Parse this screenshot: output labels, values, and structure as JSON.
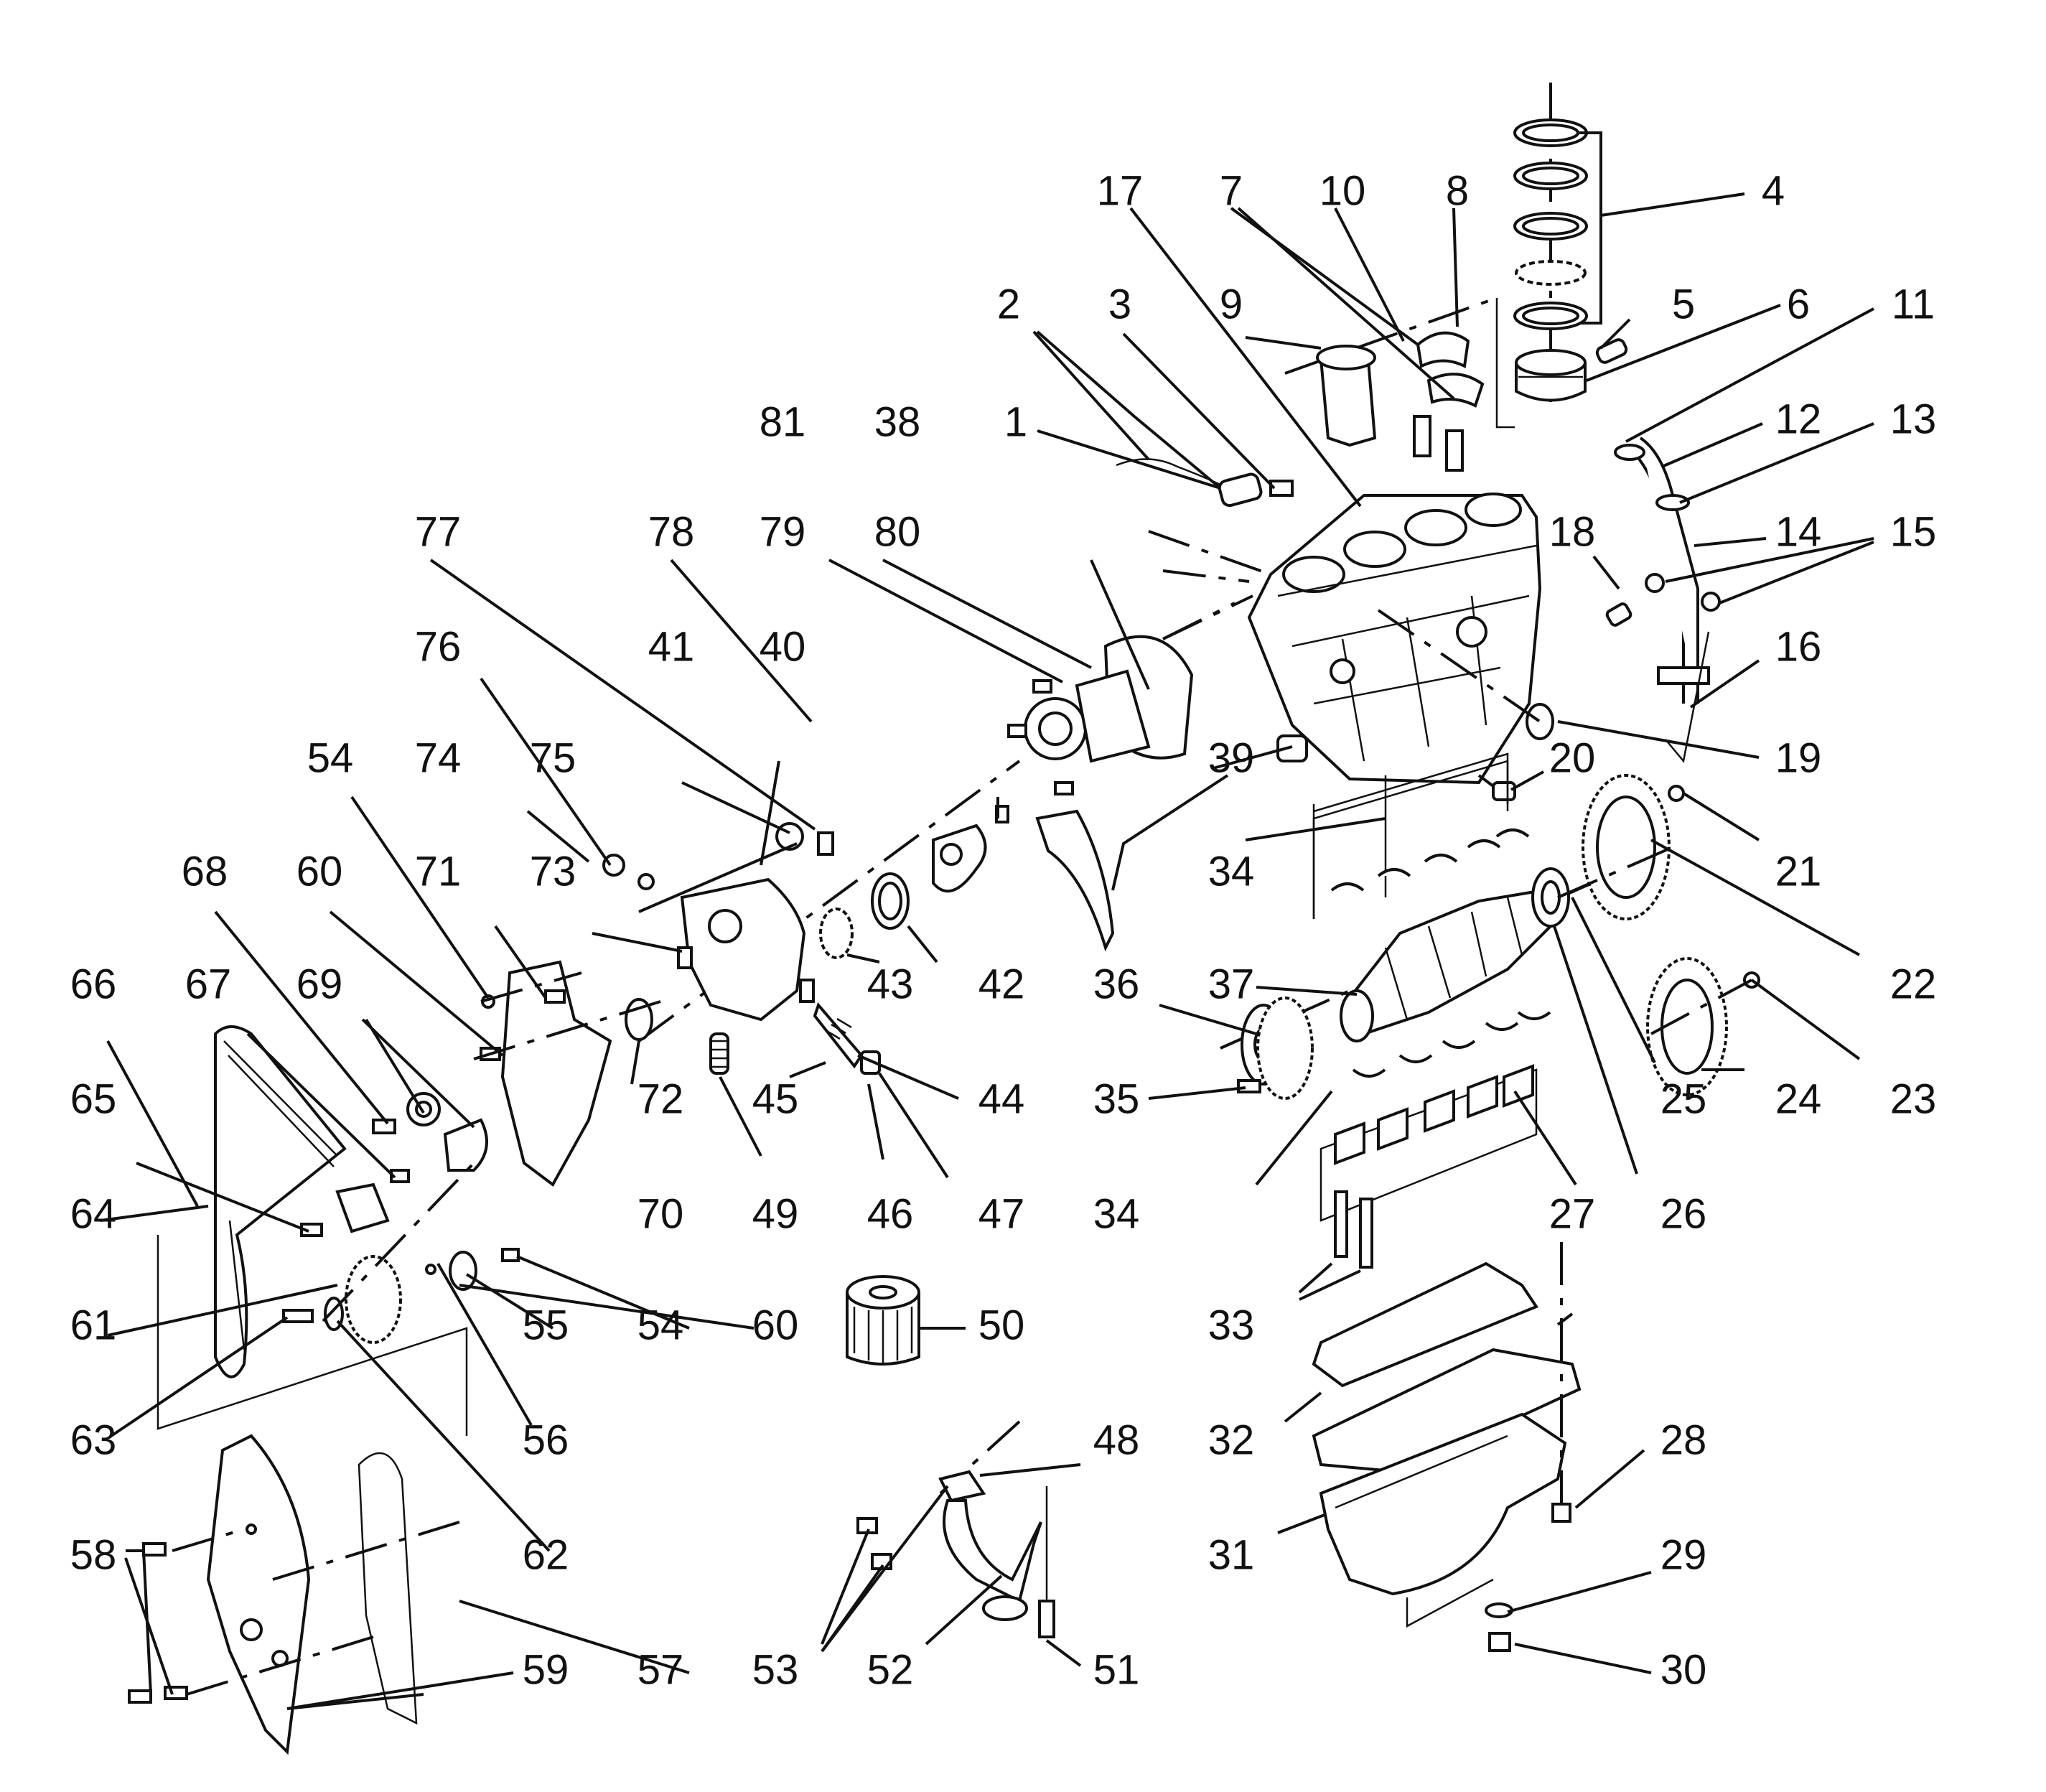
{
  "labels": [
    {
      "id": "1",
      "text": "1"
    },
    {
      "id": "2",
      "text": "2"
    },
    {
      "id": "3",
      "text": "3"
    },
    {
      "id": "4",
      "text": "4"
    },
    {
      "id": "5",
      "text": "5"
    },
    {
      "id": "6",
      "text": "6"
    },
    {
      "id": "7",
      "text": "7"
    },
    {
      "id": "8",
      "text": "8"
    },
    {
      "id": "9",
      "text": "9"
    },
    {
      "id": "10",
      "text": "10"
    },
    {
      "id": "11",
      "text": "11"
    },
    {
      "id": "12",
      "text": "12"
    },
    {
      "id": "13",
      "text": "13"
    },
    {
      "id": "14",
      "text": "14"
    },
    {
      "id": "15",
      "text": "15"
    },
    {
      "id": "16",
      "text": "16"
    },
    {
      "id": "17",
      "text": "17"
    },
    {
      "id": "18",
      "text": "18"
    },
    {
      "id": "19",
      "text": "19"
    },
    {
      "id": "20",
      "text": "20"
    },
    {
      "id": "21",
      "text": "21"
    },
    {
      "id": "22",
      "text": "22"
    },
    {
      "id": "23",
      "text": "23"
    },
    {
      "id": "24",
      "text": "24"
    },
    {
      "id": "25",
      "text": "25"
    },
    {
      "id": "26",
      "text": "26"
    },
    {
      "id": "27",
      "text": "27"
    },
    {
      "id": "28",
      "text": "28"
    },
    {
      "id": "29",
      "text": "29"
    },
    {
      "id": "30",
      "text": "30"
    },
    {
      "id": "31",
      "text": "31"
    },
    {
      "id": "32",
      "text": "32"
    },
    {
      "id": "33",
      "text": "33"
    },
    {
      "id": "34a",
      "text": "34"
    },
    {
      "id": "34b",
      "text": "34"
    },
    {
      "id": "35",
      "text": "35"
    },
    {
      "id": "36",
      "text": "36"
    },
    {
      "id": "37",
      "text": "37"
    },
    {
      "id": "38",
      "text": "38"
    },
    {
      "id": "39",
      "text": "39"
    },
    {
      "id": "40",
      "text": "40"
    },
    {
      "id": "41",
      "text": "41"
    },
    {
      "id": "42",
      "text": "42"
    },
    {
      "id": "43",
      "text": "43"
    },
    {
      "id": "44",
      "text": "44"
    },
    {
      "id": "45",
      "text": "45"
    },
    {
      "id": "46",
      "text": "46"
    },
    {
      "id": "47",
      "text": "47"
    },
    {
      "id": "48",
      "text": "48"
    },
    {
      "id": "49",
      "text": "49"
    },
    {
      "id": "50",
      "text": "50"
    },
    {
      "id": "51",
      "text": "51"
    },
    {
      "id": "52",
      "text": "52"
    },
    {
      "id": "53",
      "text": "53"
    },
    {
      "id": "54a",
      "text": "54"
    },
    {
      "id": "54b",
      "text": "54"
    },
    {
      "id": "55",
      "text": "55"
    },
    {
      "id": "56",
      "text": "56"
    },
    {
      "id": "57",
      "text": "57"
    },
    {
      "id": "58",
      "text": "58"
    },
    {
      "id": "59",
      "text": "59"
    },
    {
      "id": "60a",
      "text": "60"
    },
    {
      "id": "60b",
      "text": "60"
    },
    {
      "id": "61",
      "text": "61"
    },
    {
      "id": "62",
      "text": "62"
    },
    {
      "id": "63",
      "text": "63"
    },
    {
      "id": "64",
      "text": "64"
    },
    {
      "id": "65",
      "text": "65"
    },
    {
      "id": "66",
      "text": "66"
    },
    {
      "id": "67",
      "text": "67"
    },
    {
      "id": "68",
      "text": "68"
    },
    {
      "id": "69",
      "text": "69"
    },
    {
      "id": "70",
      "text": "70"
    },
    {
      "id": "71",
      "text": "71"
    },
    {
      "id": "72",
      "text": "72"
    },
    {
      "id": "73",
      "text": "73"
    },
    {
      "id": "74",
      "text": "74"
    },
    {
      "id": "75",
      "text": "75"
    },
    {
      "id": "76",
      "text": "76"
    },
    {
      "id": "77",
      "text": "77"
    },
    {
      "id": "78",
      "text": "78"
    },
    {
      "id": "79",
      "text": "79"
    },
    {
      "id": "80",
      "text": "80"
    },
    {
      "id": "81",
      "text": "81"
    }
  ]
}
